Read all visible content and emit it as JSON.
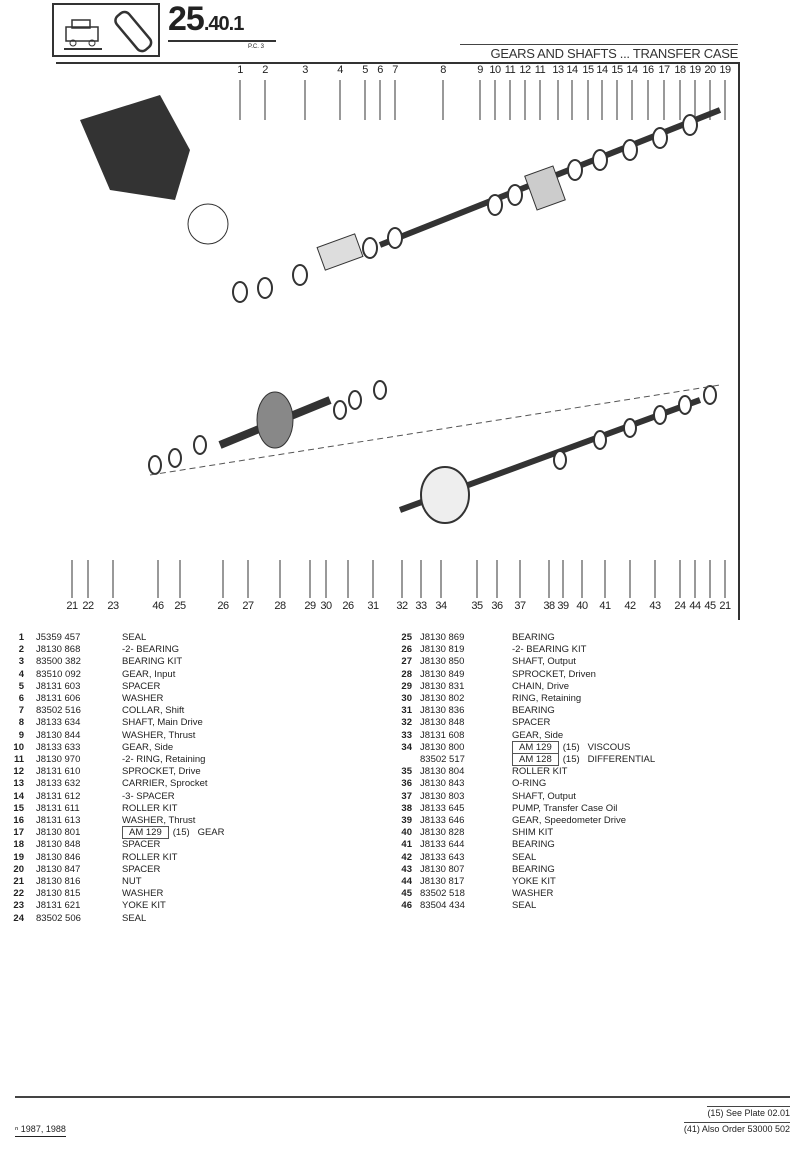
{
  "header": {
    "plate_main": "25",
    "plate_sub": ".40.1",
    "pc": "P.C. 3",
    "title": "GEARS AND SHAFTS ... TRANSFER CASE"
  },
  "diagram": {
    "top_callouts": [
      "1",
      "2",
      "3",
      "4",
      "5",
      "6",
      "7",
      "8",
      "9",
      "10",
      "11",
      "12",
      "11",
      "13",
      "14",
      "15",
      "14",
      "15",
      "14",
      "16",
      "17",
      "18",
      "19",
      "20",
      "19"
    ],
    "bottom_callouts": [
      "21",
      "22",
      "23",
      "46",
      "25",
      "26",
      "27",
      "28",
      "29",
      "30",
      "26",
      "31",
      "32",
      "33",
      "34",
      "35",
      "36",
      "37",
      "38",
      "39",
      "40",
      "41",
      "42",
      "43",
      "24",
      "44",
      "45",
      "21"
    ]
  },
  "parts_left": [
    {
      "n": "1",
      "pn": "J5359 457",
      "desc": "SEAL"
    },
    {
      "n": "2",
      "pn": "J8130 868",
      "desc": "-2- BEARING"
    },
    {
      "n": "3",
      "pn": "83500 382",
      "desc": "BEARING KIT"
    },
    {
      "n": "4",
      "pn": "83510 092",
      "desc": "GEAR, Input"
    },
    {
      "n": "5",
      "pn": "J8131 603",
      "desc": "SPACER"
    },
    {
      "n": "6",
      "pn": "J8131 606",
      "desc": "WASHER"
    },
    {
      "n": "7",
      "pn": "83502 516",
      "desc": "COLLAR, Shift"
    },
    {
      "n": "8",
      "pn": "J8133 634",
      "desc": "SHAFT, Main Drive"
    },
    {
      "n": "9",
      "pn": "J8130 844",
      "desc": "WASHER, Thrust"
    },
    {
      "n": "10",
      "pn": "J8133 633",
      "desc": "GEAR, Side"
    },
    {
      "n": "11",
      "pn": "J8130 970",
      "desc": "-2- RING, Retaining"
    },
    {
      "n": "12",
      "pn": "J8131 610",
      "desc": "SPROCKET, Drive"
    },
    {
      "n": "13",
      "pn": "J8133 632",
      "desc": "CARRIER, Sprocket"
    },
    {
      "n": "14",
      "pn": "J8131 612",
      "desc": "-3- SPACER"
    },
    {
      "n": "15",
      "pn": "J8131 611",
      "desc": "ROLLER KIT"
    },
    {
      "n": "16",
      "pn": "J8131 613",
      "desc": "WASHER, Thrust"
    },
    {
      "n": "17",
      "pn": "J8130 801",
      "box": "AM 129",
      "note": "(15)",
      "desc": "GEAR"
    },
    {
      "n": "18",
      "pn": "J8130 848",
      "desc": "SPACER"
    },
    {
      "n": "19",
      "pn": "J8130 846",
      "desc": "ROLLER KIT"
    },
    {
      "n": "20",
      "pn": "J8130 847",
      "desc": "SPACER"
    },
    {
      "n": "21",
      "pn": "J8130 816",
      "desc": "NUT"
    },
    {
      "n": "22",
      "pn": "J8130 815",
      "desc": "WASHER"
    },
    {
      "n": "23",
      "pn": "J8131 621",
      "desc": "YOKE KIT"
    },
    {
      "n": "24",
      "pn": "83502 506",
      "desc": "SEAL"
    }
  ],
  "parts_right": [
    {
      "n": "25",
      "pn": "J8130 869",
      "desc": "BEARING"
    },
    {
      "n": "26",
      "pn": "J8130 819",
      "desc": "-2- BEARING KIT"
    },
    {
      "n": "27",
      "pn": "J8130 850",
      "desc": "SHAFT, Output"
    },
    {
      "n": "28",
      "pn": "J8130 849",
      "desc": "SPROCKET, Driven"
    },
    {
      "n": "29",
      "pn": "J8130 831",
      "desc": "CHAIN, Drive"
    },
    {
      "n": "30",
      "pn": "J8130 802",
      "desc": "RING, Retaining"
    },
    {
      "n": "31",
      "pn": "J8130 836",
      "desc": "BEARING"
    },
    {
      "n": "32",
      "pn": "J8130 848",
      "desc": "SPACER"
    },
    {
      "n": "33",
      "pn": "J8131 608",
      "desc": "GEAR, Side"
    },
    {
      "n": "34",
      "pn": "J8130 800",
      "box": "AM 129",
      "note": "(15)",
      "desc": "VISCOUS"
    },
    {
      "n": "",
      "pn": "83502 517",
      "box": "AM 128",
      "note": "(15)",
      "desc": "DIFFERENTIAL"
    },
    {
      "n": "35",
      "pn": "J8130 804",
      "desc": "ROLLER KIT"
    },
    {
      "n": "36",
      "pn": "J8130 843",
      "desc": "O-RING"
    },
    {
      "n": "37",
      "pn": "J8130 803",
      "desc": "SHAFT, Output"
    },
    {
      "n": "38",
      "pn": "J8133 645",
      "desc": "PUMP, Transfer Case Oil"
    },
    {
      "n": "39",
      "pn": "J8133 646",
      "desc": "GEAR, Speedometer Drive"
    },
    {
      "n": "40",
      "pn": "J8130 828",
      "desc": "SHIM KIT"
    },
    {
      "n": "41",
      "pn": "J8133 644",
      "desc": "BEARING"
    },
    {
      "n": "42",
      "pn": "J8133 643",
      "desc": "SEAL"
    },
    {
      "n": "43",
      "pn": "J8130 807",
      "desc": "BEARING"
    },
    {
      "n": "44",
      "pn": "J8130 817",
      "desc": "YOKE KIT"
    },
    {
      "n": "45",
      "pn": "83502 518",
      "desc": "WASHER"
    },
    {
      "n": "46",
      "pn": "83504 434",
      "desc": "SEAL"
    }
  ],
  "footer": {
    "years": "1987, 1988",
    "note1": "(15) See Plate 02.01",
    "note2": "(41) Also Order 53000 502"
  }
}
